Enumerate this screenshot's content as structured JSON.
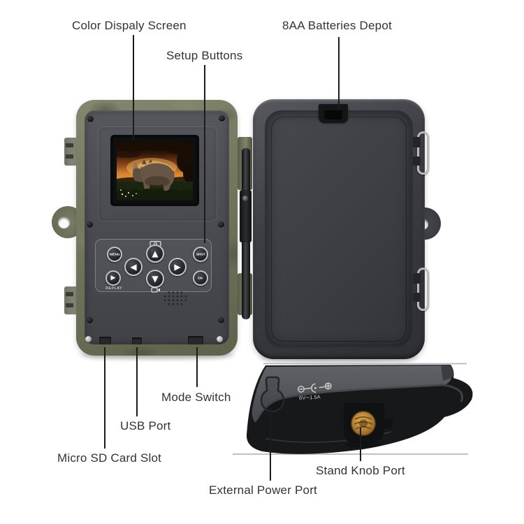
{
  "annotations": {
    "color_display_screen": "Color Dispaly Screen",
    "setup_buttons": "Setup Buttons",
    "batteries_depot": "8AA Batteries Depot",
    "mode_switch": "Mode Switch",
    "usb_port": "USB Port",
    "micro_sd_card_slot": "Micro SD Card Slot",
    "external_power_port": "External Power Port",
    "stand_knob_port": "Stand Knob Port"
  },
  "front_camera": {
    "buttons": {
      "menu": "MENU",
      "shot": "SHOT",
      "ok": "OK",
      "replay_caption": "REPLAY",
      "up_glyph": "▲",
      "down_glyph": "▼",
      "left_glyph": "◀",
      "right_glyph": "▶",
      "replay_glyph": "▶"
    }
  },
  "bottom_view": {
    "power_rating": "6V⎓1.5A"
  },
  "colors": {
    "body_olive": "#6e7259",
    "front_panel_gray": "#4b4d53",
    "back_cover_gray": "#3a3c41",
    "brass_thread": "#b8863b",
    "annotation_line": "#1c1c1c",
    "label_text": "#333333",
    "background": "#ffffff"
  }
}
